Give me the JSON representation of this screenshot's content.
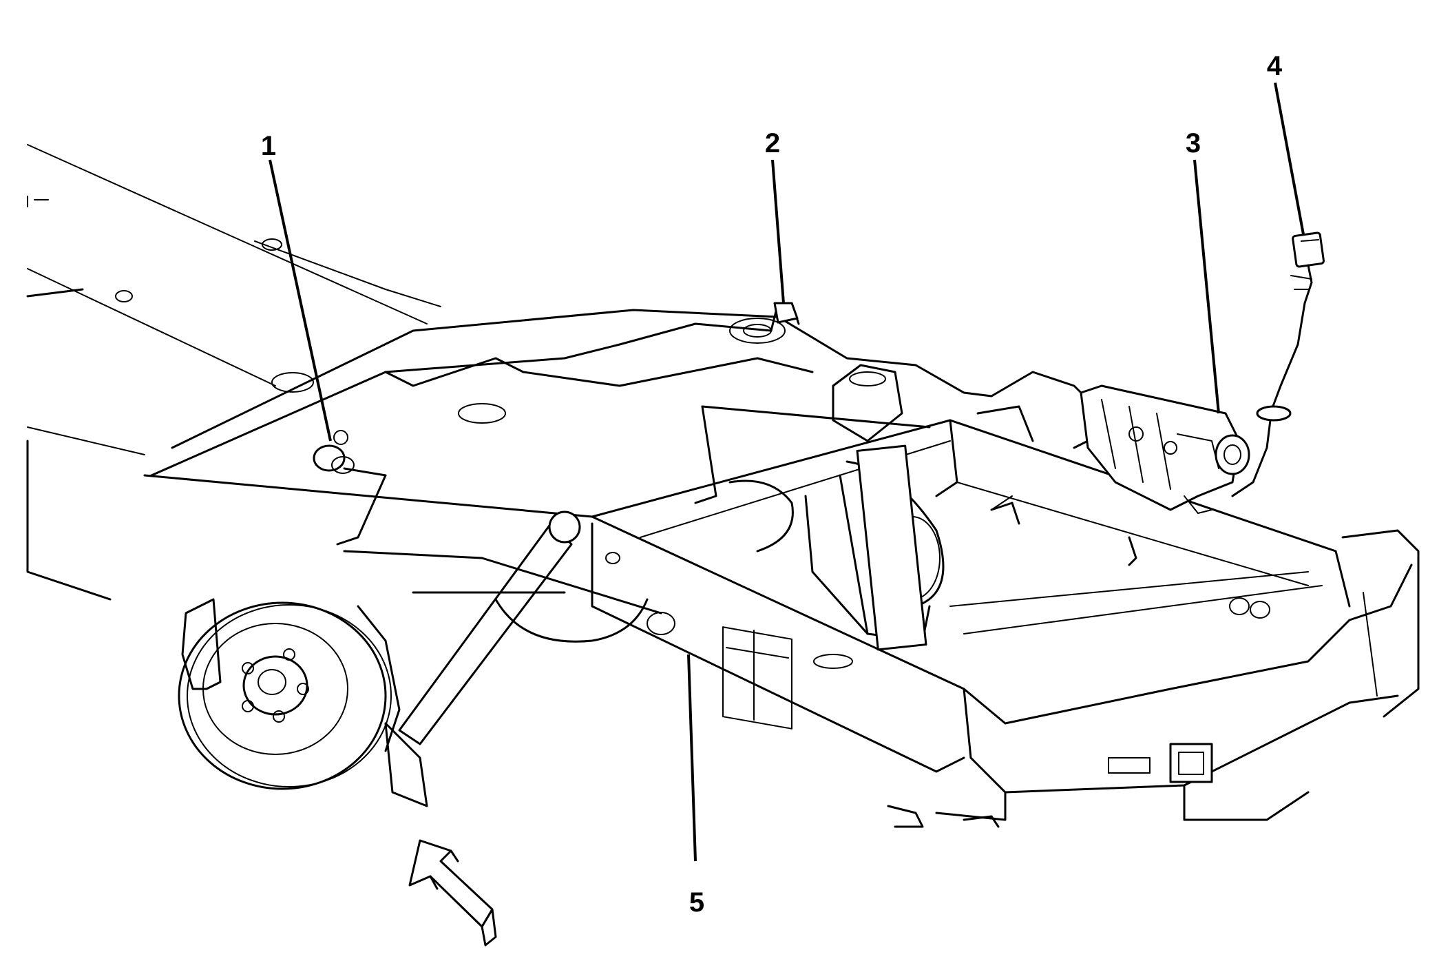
{
  "callouts": [
    {
      "id": "1",
      "label": "1"
    },
    {
      "id": "2",
      "label": "2"
    },
    {
      "id": "3",
      "label": "3"
    },
    {
      "id": "4",
      "label": "4"
    },
    {
      "id": "5",
      "label": "5"
    }
  ],
  "direction_arrow": {
    "icon": "front-direction-arrow-icon"
  }
}
